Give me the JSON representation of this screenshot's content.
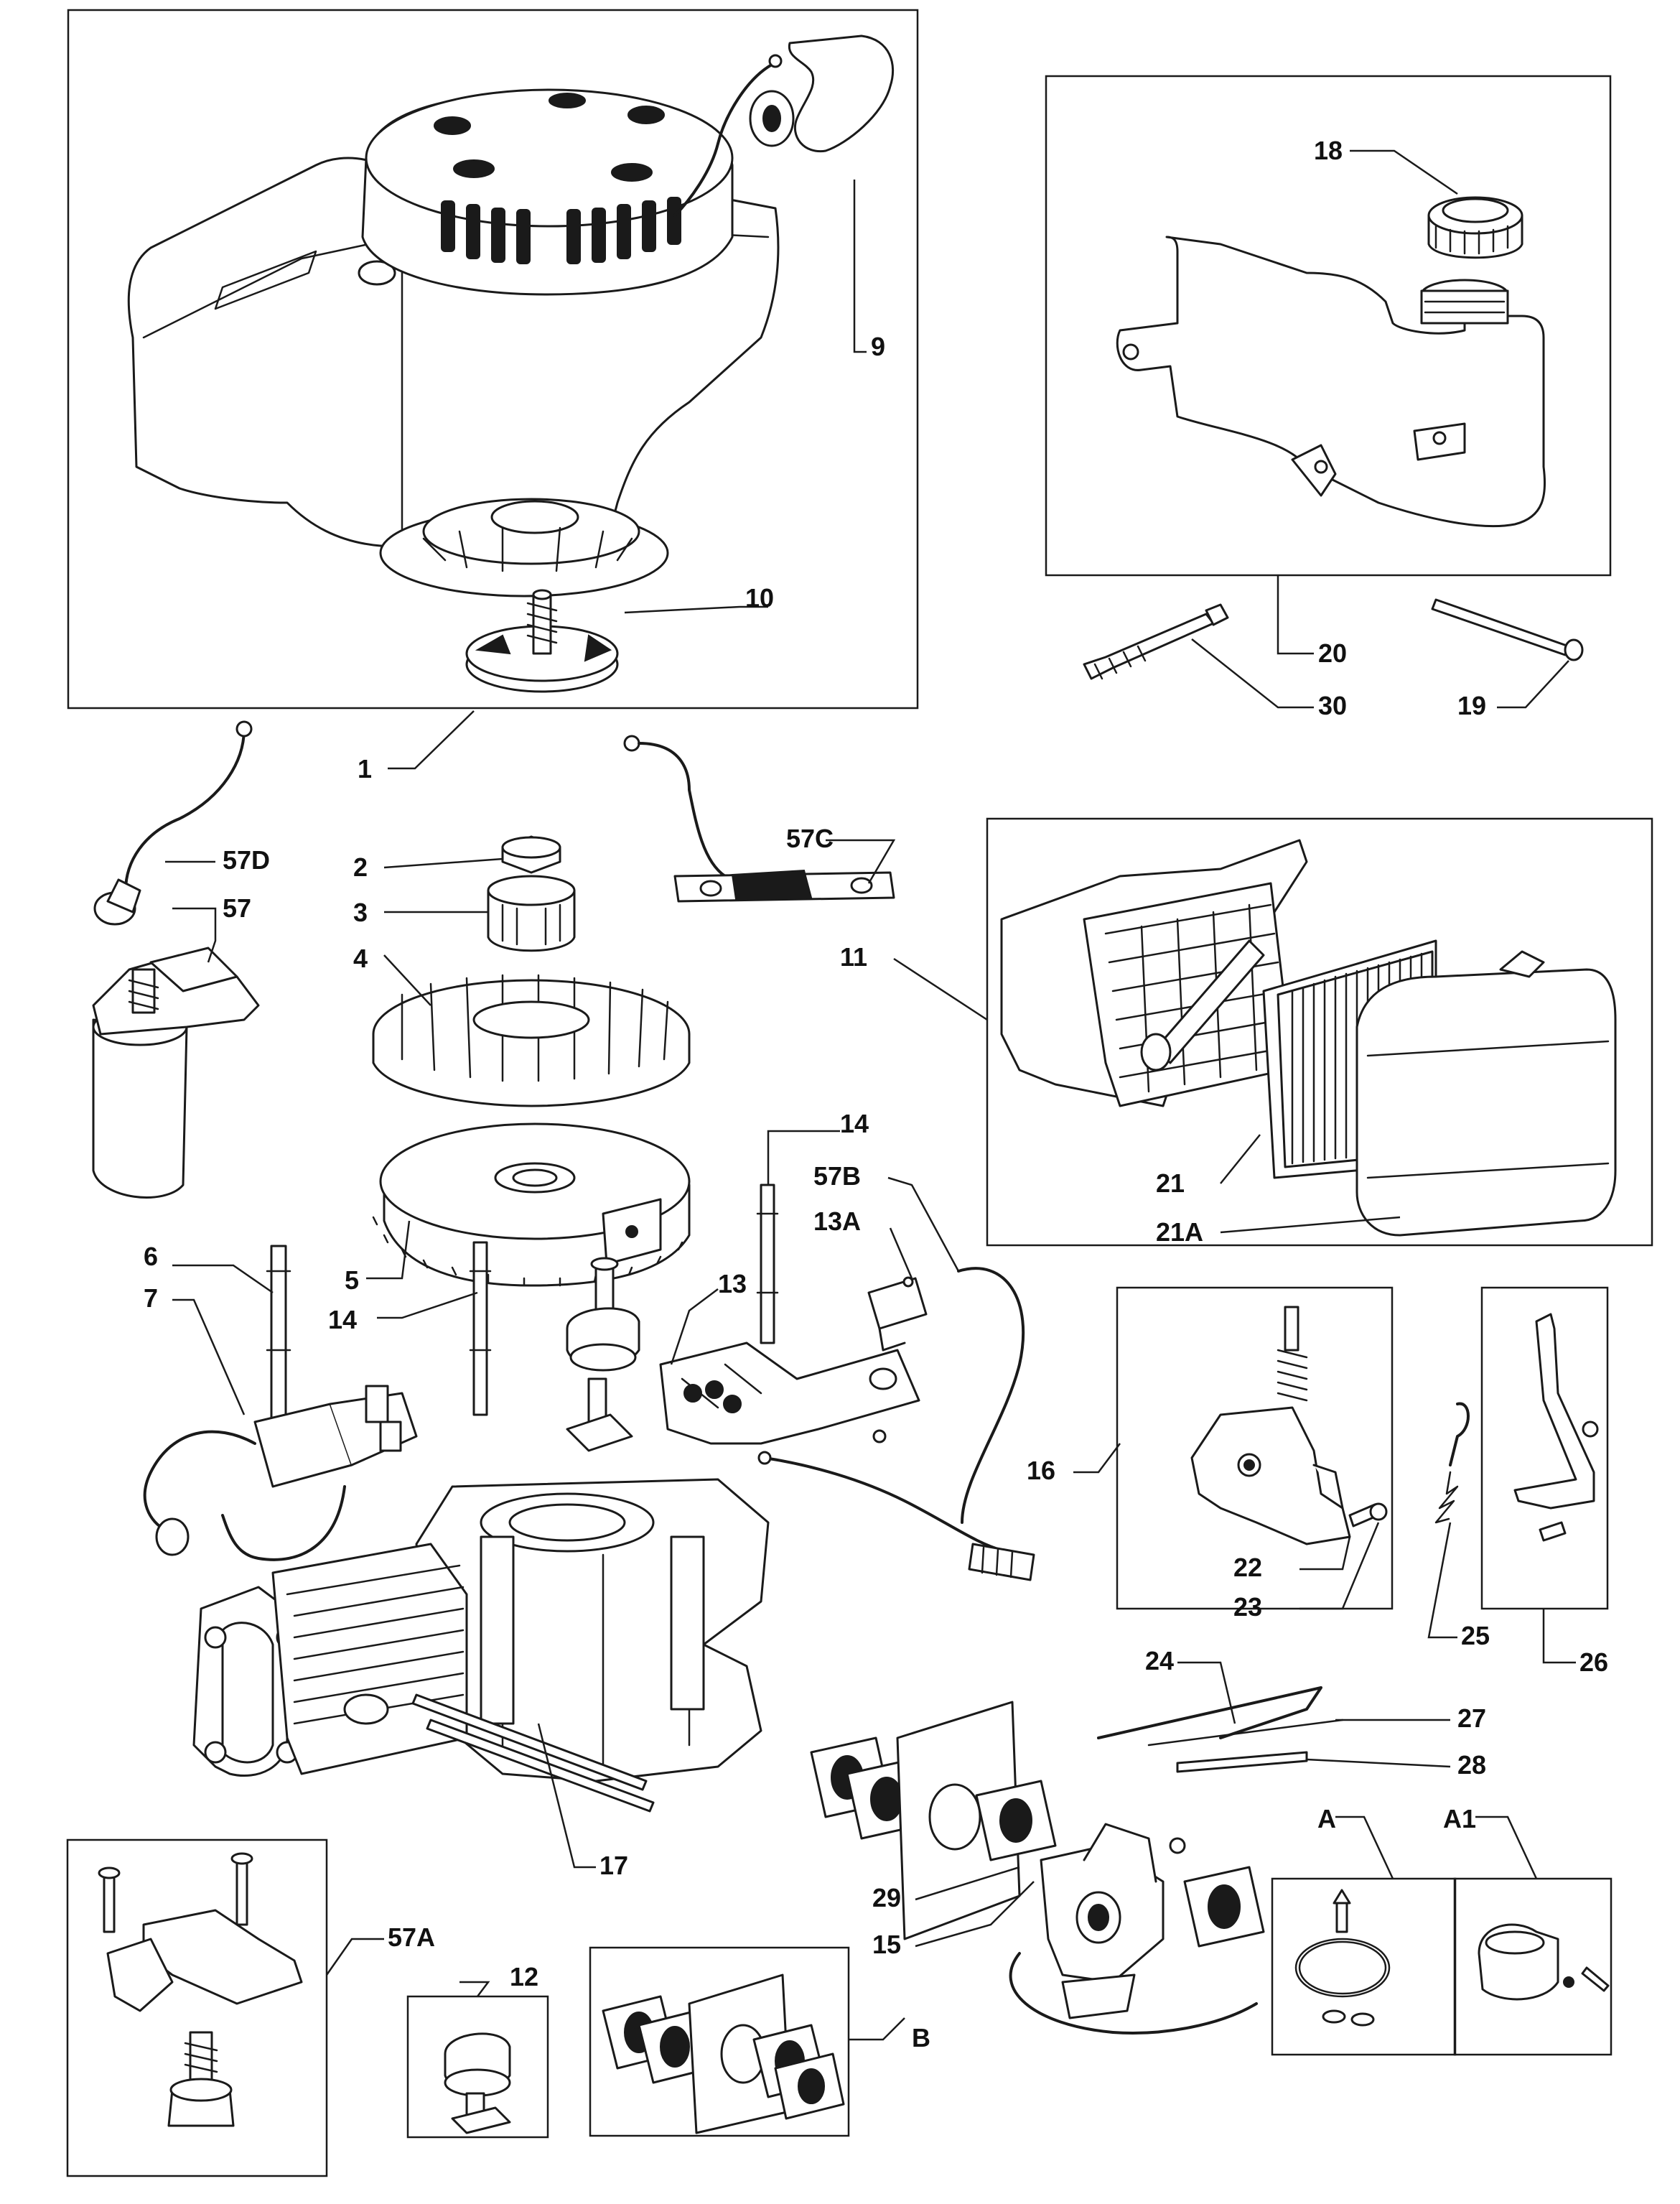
{
  "labels": {
    "l1": "1",
    "l2": "2",
    "l3": "3",
    "l4": "4",
    "l5": "5",
    "l6": "6",
    "l7": "7",
    "l9": "9",
    "l10": "10",
    "l11": "11",
    "l12": "12",
    "l13": "13",
    "l13a": "13A",
    "l14a": "14",
    "l14b": "14",
    "l15": "15",
    "l16": "16",
    "l17": "17",
    "l18": "18",
    "l19": "19",
    "l20": "20",
    "l21": "21",
    "l21a": "21A",
    "l22": "22",
    "l23": "23",
    "l24": "24",
    "l25": "25",
    "l26": "26",
    "l27": "27",
    "l28": "28",
    "l29": "29",
    "l30": "30",
    "l57": "57",
    "l57a": "57A",
    "l57b": "57B",
    "l57c": "57C",
    "l57d": "57D",
    "lA": "A",
    "lA1": "A1",
    "lB": "B"
  }
}
